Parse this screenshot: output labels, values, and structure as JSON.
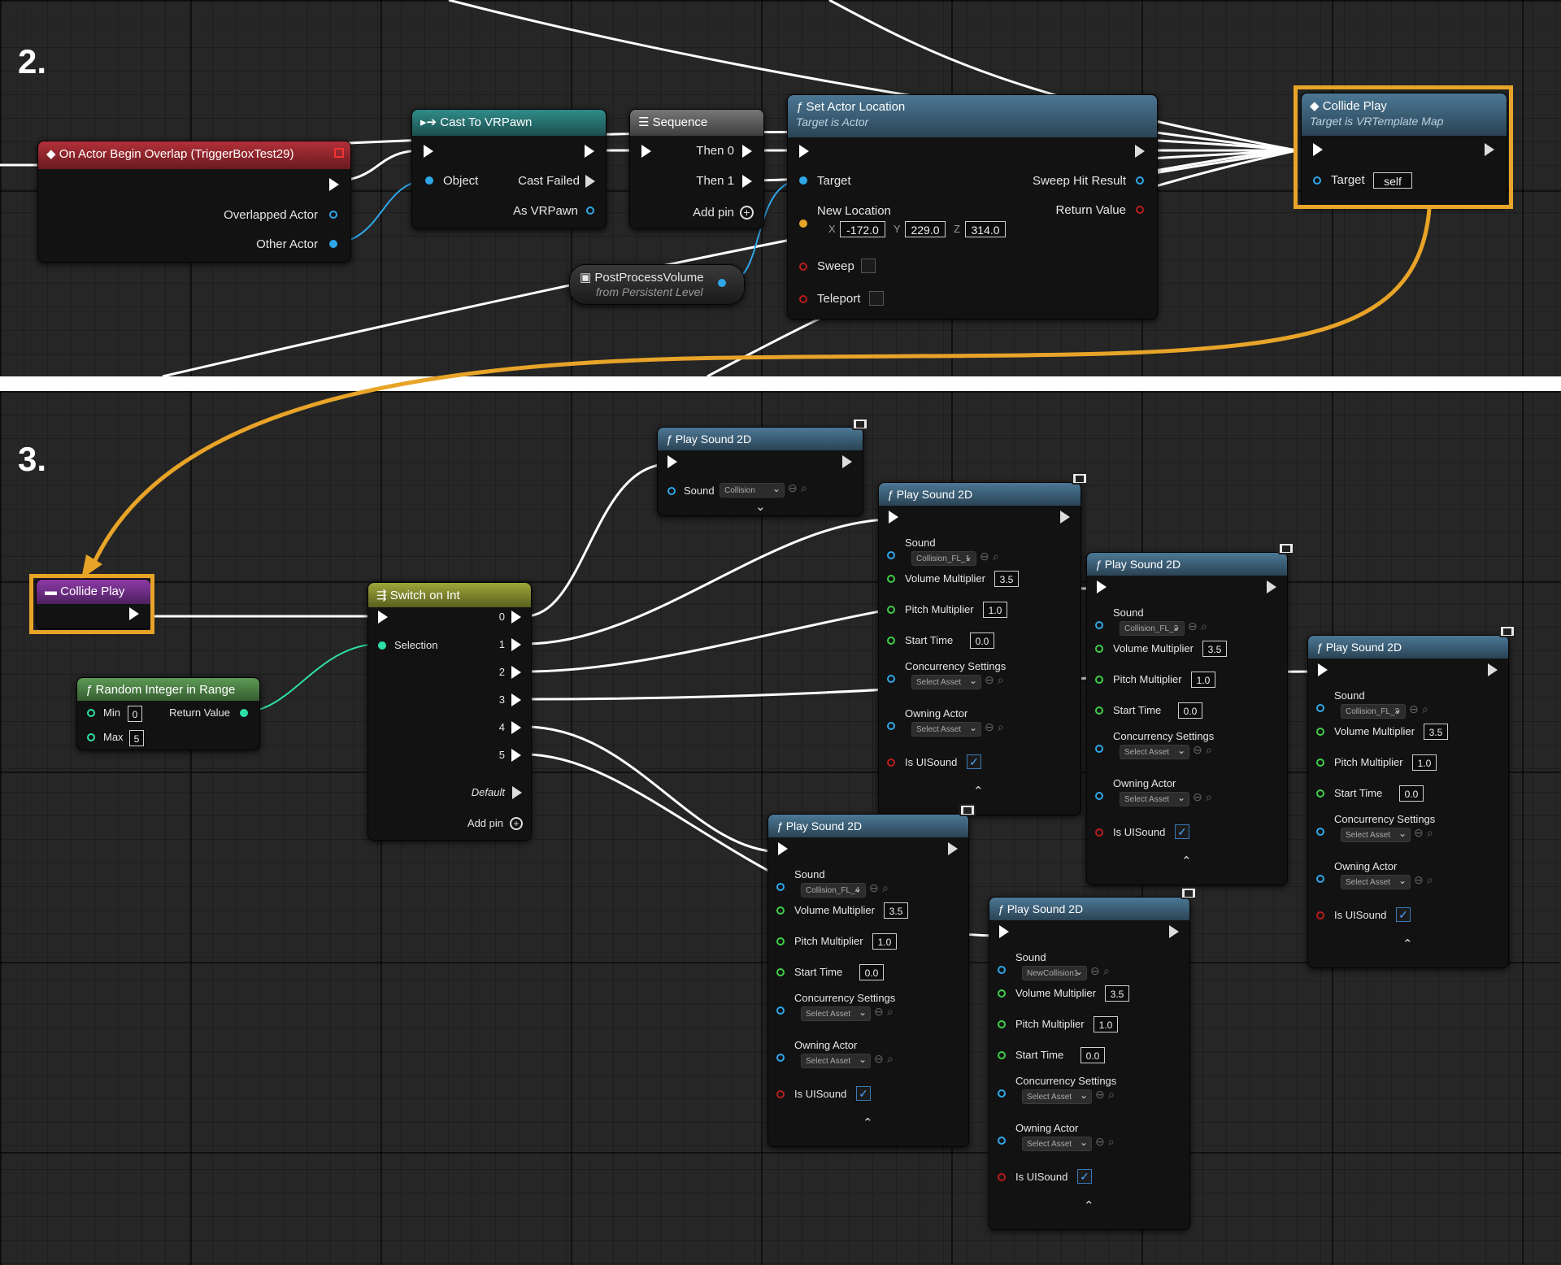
{
  "step2": {
    "label": "2.",
    "overlap": {
      "title": "On Actor Begin Overlap (TriggerBoxTest29)",
      "pins": [
        "Overlapped Actor",
        "Other Actor"
      ]
    },
    "cast": {
      "title": "Cast To VRPawn",
      "object": "Object",
      "cast_failed": "Cast Failed",
      "as": "As VRPawn"
    },
    "sequence": {
      "title": "Sequence",
      "then0": "Then 0",
      "then1": "Then 1",
      "add_pin": "Add pin"
    },
    "ppv": {
      "title": "PostProcessVolume",
      "sub": "from Persistent Level"
    },
    "set_loc": {
      "title": "Set Actor Location",
      "sub": "Target is Actor",
      "target": "Target",
      "new_location": "New Location",
      "x_label": "X",
      "x": "-172.0",
      "y_label": "Y",
      "y": "229.0",
      "z_label": "Z",
      "z": "314.0",
      "sweep": "Sweep",
      "teleport": "Teleport",
      "sweep_hit": "Sweep Hit Result",
      "return_value": "Return Value"
    },
    "collide": {
      "title": "Collide Play",
      "sub": "Target is VRTemplate Map",
      "target": "Target",
      "target_value": "self"
    }
  },
  "step3": {
    "label": "3.",
    "event": {
      "title": "Collide Play"
    },
    "switch": {
      "title": "Switch on Int",
      "selection": "Selection",
      "pins": [
        "0",
        "1",
        "2",
        "3",
        "4",
        "5"
      ],
      "default": "Default",
      "add_pin": "Add pin"
    },
    "random": {
      "title": "Random Integer in Range",
      "min": "Min",
      "min_value": "0",
      "max": "Max",
      "max_value": "5",
      "return_value": "Return Value"
    },
    "sound_nodes": [
      {
        "title": "Play Sound 2D",
        "sound": "Sound",
        "asset": "Collision",
        "collapsed": true
      },
      {
        "title": "Play Sound 2D",
        "sound": "Sound",
        "asset": "Collision_FL_1",
        "volume": "Volume Multiplier",
        "volume_value": "3.5",
        "pitch": "Pitch Multiplier",
        "pitch_value": "1.0",
        "start": "Start Time",
        "start_value": "0.0",
        "concurrency": "Concurrency Settings",
        "concurrency_asset": "Select Asset",
        "owning": "Owning Actor",
        "owning_asset": "Select Asset",
        "ui": "Is UISound"
      },
      {
        "title": "Play Sound 2D",
        "sound": "Sound",
        "asset": "Collision_FL_2",
        "volume": "Volume Multiplier",
        "volume_value": "3.5",
        "pitch": "Pitch Multiplier",
        "pitch_value": "1.0",
        "start": "Start Time",
        "start_value": "0.0",
        "concurrency": "Concurrency Settings",
        "concurrency_asset": "Select Asset",
        "owning": "Owning Actor",
        "owning_asset": "Select Asset",
        "ui": "Is UISound"
      },
      {
        "title": "Play Sound 2D",
        "sound": "Sound",
        "asset": "Collision_FL_3",
        "volume": "Volume Multiplier",
        "volume_value": "3.5",
        "pitch": "Pitch Multiplier",
        "pitch_value": "1.0",
        "start": "Start Time",
        "start_value": "0.0",
        "concurrency": "Concurrency Settings",
        "concurrency_asset": "Select Asset",
        "owning": "Owning Actor",
        "owning_asset": "Select Asset",
        "ui": "Is UISound"
      },
      {
        "title": "Play Sound 2D",
        "sound": "Sound",
        "asset": "Collision_FL_4",
        "volume": "Volume Multiplier",
        "volume_value": "3.5",
        "pitch": "Pitch Multiplier",
        "pitch_value": "1.0",
        "start": "Start Time",
        "start_value": "0.0",
        "concurrency": "Concurrency Settings",
        "concurrency_asset": "Select Asset",
        "owning": "Owning Actor",
        "owning_asset": "Select Asset",
        "ui": "Is UISound"
      },
      {
        "title": "Play Sound 2D",
        "sound": "Sound",
        "asset": "NewCollision1",
        "volume": "Volume Multiplier",
        "volume_value": "3.5",
        "pitch": "Pitch Multiplier",
        "pitch_value": "1.0",
        "start": "Start Time",
        "start_value": "0.0",
        "concurrency": "Concurrency Settings",
        "concurrency_asset": "Select Asset",
        "owning": "Owning Actor",
        "owning_asset": "Select Asset",
        "ui": "Is UISound"
      }
    ]
  },
  "colors": {
    "highlight": "#e8a428",
    "exec_wire": "#ffffff",
    "object_pin": "#2ea7e8",
    "float_pin": "#3fcf4a",
    "int_pin": "#2ee0a8",
    "bool_pin": "#b81d1d",
    "struct_pin": "#e8a428"
  }
}
